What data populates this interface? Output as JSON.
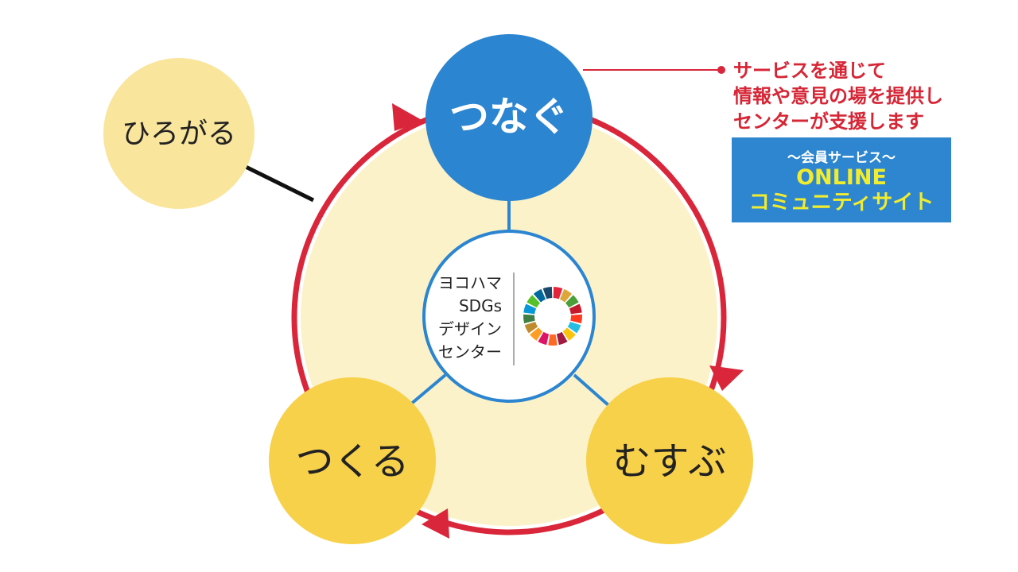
{
  "nodes": {
    "tsunagu": "つなぐ",
    "musubu": "むすぶ",
    "tsukuru": "つくる",
    "hirogaru": "ひろがる"
  },
  "center": {
    "line1": "ヨコハマ",
    "line2": "SDGs",
    "line3": "デザイン",
    "line4": "センター"
  },
  "note": {
    "line1": "サービスを通じて",
    "line2": "情報や意見の場を提供し",
    "line3": "センターが支援します"
  },
  "online_box": {
    "subtitle": "〜会員サービス〜",
    "title": "ONLINE",
    "title2": "コミュニティサイト"
  },
  "colors": {
    "blue": "#2b85d0",
    "red": "#d9263a",
    "yellow": "#f8d14a",
    "pale_yellow": "#f9e59c",
    "cream": "#fcf2c9",
    "online_text": "#f2ec2e"
  },
  "sdg_wheel_colors": [
    "#e5243b",
    "#dda63a",
    "#4c9f38",
    "#c5192d",
    "#ff3a21",
    "#26bde2",
    "#fcc30b",
    "#a21942",
    "#fd6925",
    "#dd1367",
    "#fd9d24",
    "#bf8b2e",
    "#3f7e44",
    "#0a97d9",
    "#56c02b",
    "#00689d",
    "#19486a"
  ]
}
